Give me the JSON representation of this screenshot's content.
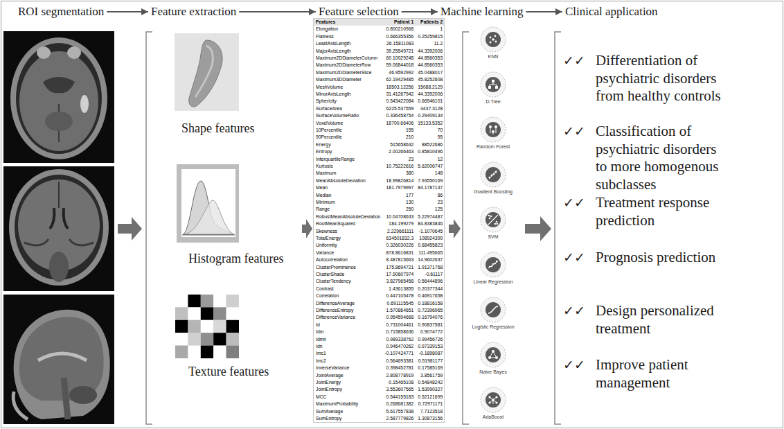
{
  "diagram": {
    "nodes": [
      {
        "text": [
          "ROI segmentation"
        ]
      },
      {
        "text": [
          "Feature extraction"
        ]
      },
      {
        "text": [
          "Feature selection"
        ]
      },
      {
        "text": [
          "Machine learning"
        ]
      },
      {
        "text": [
          "Clinical application"
        ]
      }
    ],
    "edges": [
      {
        "from": 0,
        "to": 1,
        "arrow": "to"
      },
      {
        "from": 1,
        "to": 2,
        "arrow": "to"
      },
      {
        "from": 2,
        "to": 3,
        "arrow": "to"
      },
      {
        "from": 3,
        "to": 4,
        "arrow": "to"
      }
    ],
    "labels": [
      "Shape features",
      "Histogram features",
      "Texture features",
      "Features",
      "Patient 1",
      "Patients 2",
      "Elongation",
      "0.800210968",
      "1",
      "Flatness",
      "0.666355356",
      "0.25259815",
      "LeastAxisLength",
      "26.15811083",
      "11.2",
      "MajorAxisLength",
      "39.25549721",
      "44.3392006",
      "Maximum2DDiameterColumn",
      "60.10029248",
      "44.8560353",
      "Maximum2DDiameterRow",
      "59.06844018",
      "44.8560353",
      "Maximum2DDiameterSlice",
      "46.9592992",
      "45.0488017",
      "Maximum3DDiameter",
      "62.19429485",
      "45.8252608",
      "MeshVolume",
      "18503.12256",
      "15088.2129",
      "MinorAxisLength",
      "31.41267942",
      "44.3392006",
      "Sphericity",
      "0.543422084",
      "0.66546101",
      "SurfaceArea",
      "6225.537559",
      "4437.3128",
      "SurfaceVolumeRatio",
      "0.336458754",
      "0.29409134",
      "VoxelVolume",
      "18700.66406",
      "15133.5352",
      "10Percentile",
      "155",
      "70",
      "90Percentile",
      "210",
      "95",
      "Energy",
      "515658632",
      "88522686",
      "Entropy",
      "2.00266463",
      "0.85810496",
      "InterquartileRange",
      "23",
      "12",
      "Kurtosis",
      "10.75222616",
      "5.62006747",
      "Maximum",
      "380",
      "148",
      "MeanAbsoluteDeviation",
      "18.99826814",
      "7.93550169",
      "Mean",
      "181.7979997",
      "84.1787137",
      "Median",
      "177",
      "86",
      "Minimum",
      "130",
      "23",
      "Range",
      "250",
      "125",
      "RobustMeanAbsoluteDeviation",
      "10.04708633",
      "5.22974487",
      "RootMeanSquared",
      "184.199279",
      "84.8383846",
      "Skewness",
      "2.229661111",
      "-1.1070645",
      "TotalEnergy",
      "634501832.3",
      "108924399",
      "Uniformity",
      "0.326030226",
      "0.68455823",
      "Variance",
      "878.8616831",
      "111.495665",
      "Autocorrelation",
      "8.487815663",
      "14.9602637",
      "ClusterProminence",
      "175.8694721",
      "1.91371768",
      "ClusterShade",
      "17.90607974",
      "-0.61117",
      "ClusterTendency",
      "3.827965458",
      "0.56444896",
      "Contrast",
      "1.43613855",
      "0.20377344",
      "Correlation",
      "0.447105478",
      "0.46917658",
      "DifferenceAverage",
      "0.691115545",
      "0.18816158",
      "DifferenceEntropy",
      "1.570864651",
      "0.72396965",
      "DifferenceVariance",
      "0.954594668",
      "0.16794076",
      "Id",
      "0.731004461",
      "0.90837581",
      "Idm",
      "0.715858636",
      "0.9074772",
      "Idmn",
      "0.989338762",
      "0.99456726",
      "Idn",
      "0.946470262",
      "0.97339153",
      "Imc1",
      "-0.107424771",
      "-0.1898087",
      "Imc2",
      "0.564693381",
      "0.51981177",
      "InverseVariance",
      "0.398452781",
      "0.17585169",
      "JointAverage",
      "2.808778919",
      "3.8561759",
      "JointEnergy",
      "0.15465108",
      "0.54848242",
      "JointEntropy",
      "3.553607565",
      "1.53990327",
      "MCC",
      "0.544155183",
      "0.52121699",
      "MaximumProbability",
      "0.268681382",
      "0.72971171",
      "SumAverage",
      "5.617557838",
      "7.7123518",
      "SumEntropy",
      "2.587779826",
      "1.30873156",
      "KNN",
      "D.Tree",
      "Random Forest",
      "Gradient Boosting",
      "SVM",
      "Linear Regression",
      "Logistic Regression",
      "Naive Bayes",
      "AdaBoost",
      "✓✓",
      "Differentiation of psychiatric disorders from healthy controls",
      "✓✓",
      "Classification of psychiatric disorders to more homogenous subclasses",
      "✓✓",
      "Treatment response prediction",
      "✓✓",
      "Prognosis prediction",
      "✓✓",
      "Design personalized treatment",
      "✓✓",
      "Improve patient management"
    ]
  }
}
